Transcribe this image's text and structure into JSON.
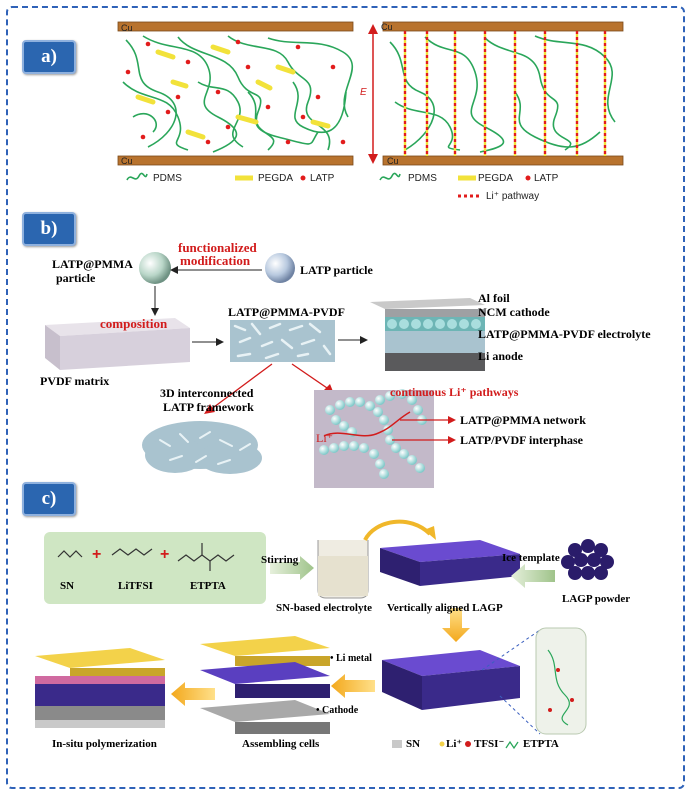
{
  "panel_a": {
    "label": "a)",
    "left_cu_top": "Cu",
    "left_cu_bottom": "Cu",
    "right_cu_top": "Cu",
    "right_cu_bottom": "Cu",
    "field_label": "E",
    "legend_left": {
      "pdms": "PDMS",
      "pegda": "PEGDA",
      "latp": "LATP"
    },
    "legend_right": {
      "pdms": "PDMS",
      "pegda": "PEGDA",
      "latp": "LATP",
      "pathway": "Li⁺ pathway"
    },
    "colors": {
      "copper": "#b8732e",
      "pdms": "#2aa65a",
      "pegda": "#f2e23a",
      "latp": "#e21c1c"
    }
  },
  "panel_b": {
    "label": "b)",
    "functionalized": "functionalized",
    "modification": "modification",
    "latp_pmma_particle_1": "LATP@PMMA",
    "latp_pmma_particle_2": "particle",
    "latp_particle": "LATP particle",
    "composition": "composition",
    "pvdf_matrix": "PVDF matrix",
    "latp_pmma_pvdf": "LATP@PMMA-PVDF",
    "al_foil": "Al foil",
    "ncm_cathode": "NCM cathode",
    "electrolyte": "LATP@PMMA-PVDF electrolyte",
    "li_anode": "Li anode",
    "framework_1": "3D interconnected",
    "framework_2": "LATP framework",
    "continuous": "continuous Li⁺ pathways",
    "network": "LATP@PMMA network",
    "interphase": "LATP/PVDF interphase",
    "li_plus": "Li⁺"
  },
  "panel_c": {
    "label": "c)",
    "sn": "SN",
    "litfsi": "LiTFSI",
    "etpta": "ETPTA",
    "stirring": "Stirring",
    "sn_electrolyte": "SN-based electrolyte",
    "vertically": "Vertically aligned LAGP",
    "ice_template": "Ice template",
    "lagp_powder": "LAGP powder",
    "li_metal": "Li metal",
    "cathode": "Cathode",
    "in_situ": "In-situ polymerization",
    "assembling": "Assembling cells",
    "legend": {
      "sn": "SN",
      "li": "Li⁺",
      "tfsi": "TFSI⁻",
      "etpta": "ETPTA"
    }
  }
}
